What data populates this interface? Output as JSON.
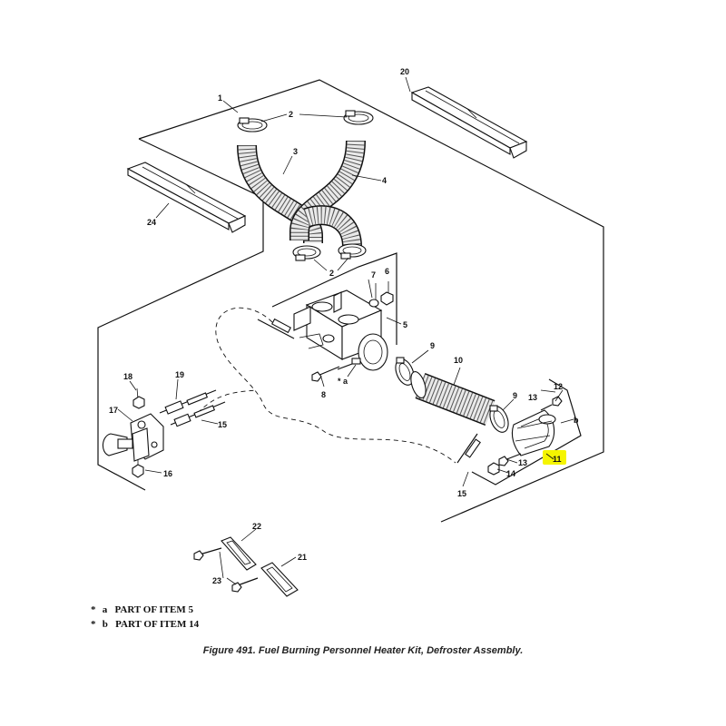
{
  "callouts": {
    "c1": "1",
    "c2a": "2",
    "c2b": "2",
    "c3": "3",
    "c4": "4",
    "c5": "5",
    "c6": "6",
    "c7": "7",
    "c8": "8",
    "c9a": "9",
    "c9b": "9",
    "c10": "10",
    "c11": "11",
    "c12": "12",
    "c13a": "13",
    "c13b": "13",
    "c14": "14",
    "c15a": "15",
    "c15b": "15",
    "c16": "16",
    "c17": "17",
    "c18": "18",
    "c19": "19",
    "c20": "20",
    "c21": "21",
    "c22": "22",
    "c23": "23",
    "c24": "24",
    "ca": "a",
    "cb": "b"
  },
  "highlight_color": "#f5f500",
  "notes": [
    {
      "star": "*",
      "letter": "a",
      "text": "PART OF ITEM 5"
    },
    {
      "star": "*",
      "letter": "b",
      "text": "PART OF ITEM 14"
    }
  ],
  "caption": "Figure 491. Fuel Burning Personnel Heater Kit, Defroster Assembly."
}
